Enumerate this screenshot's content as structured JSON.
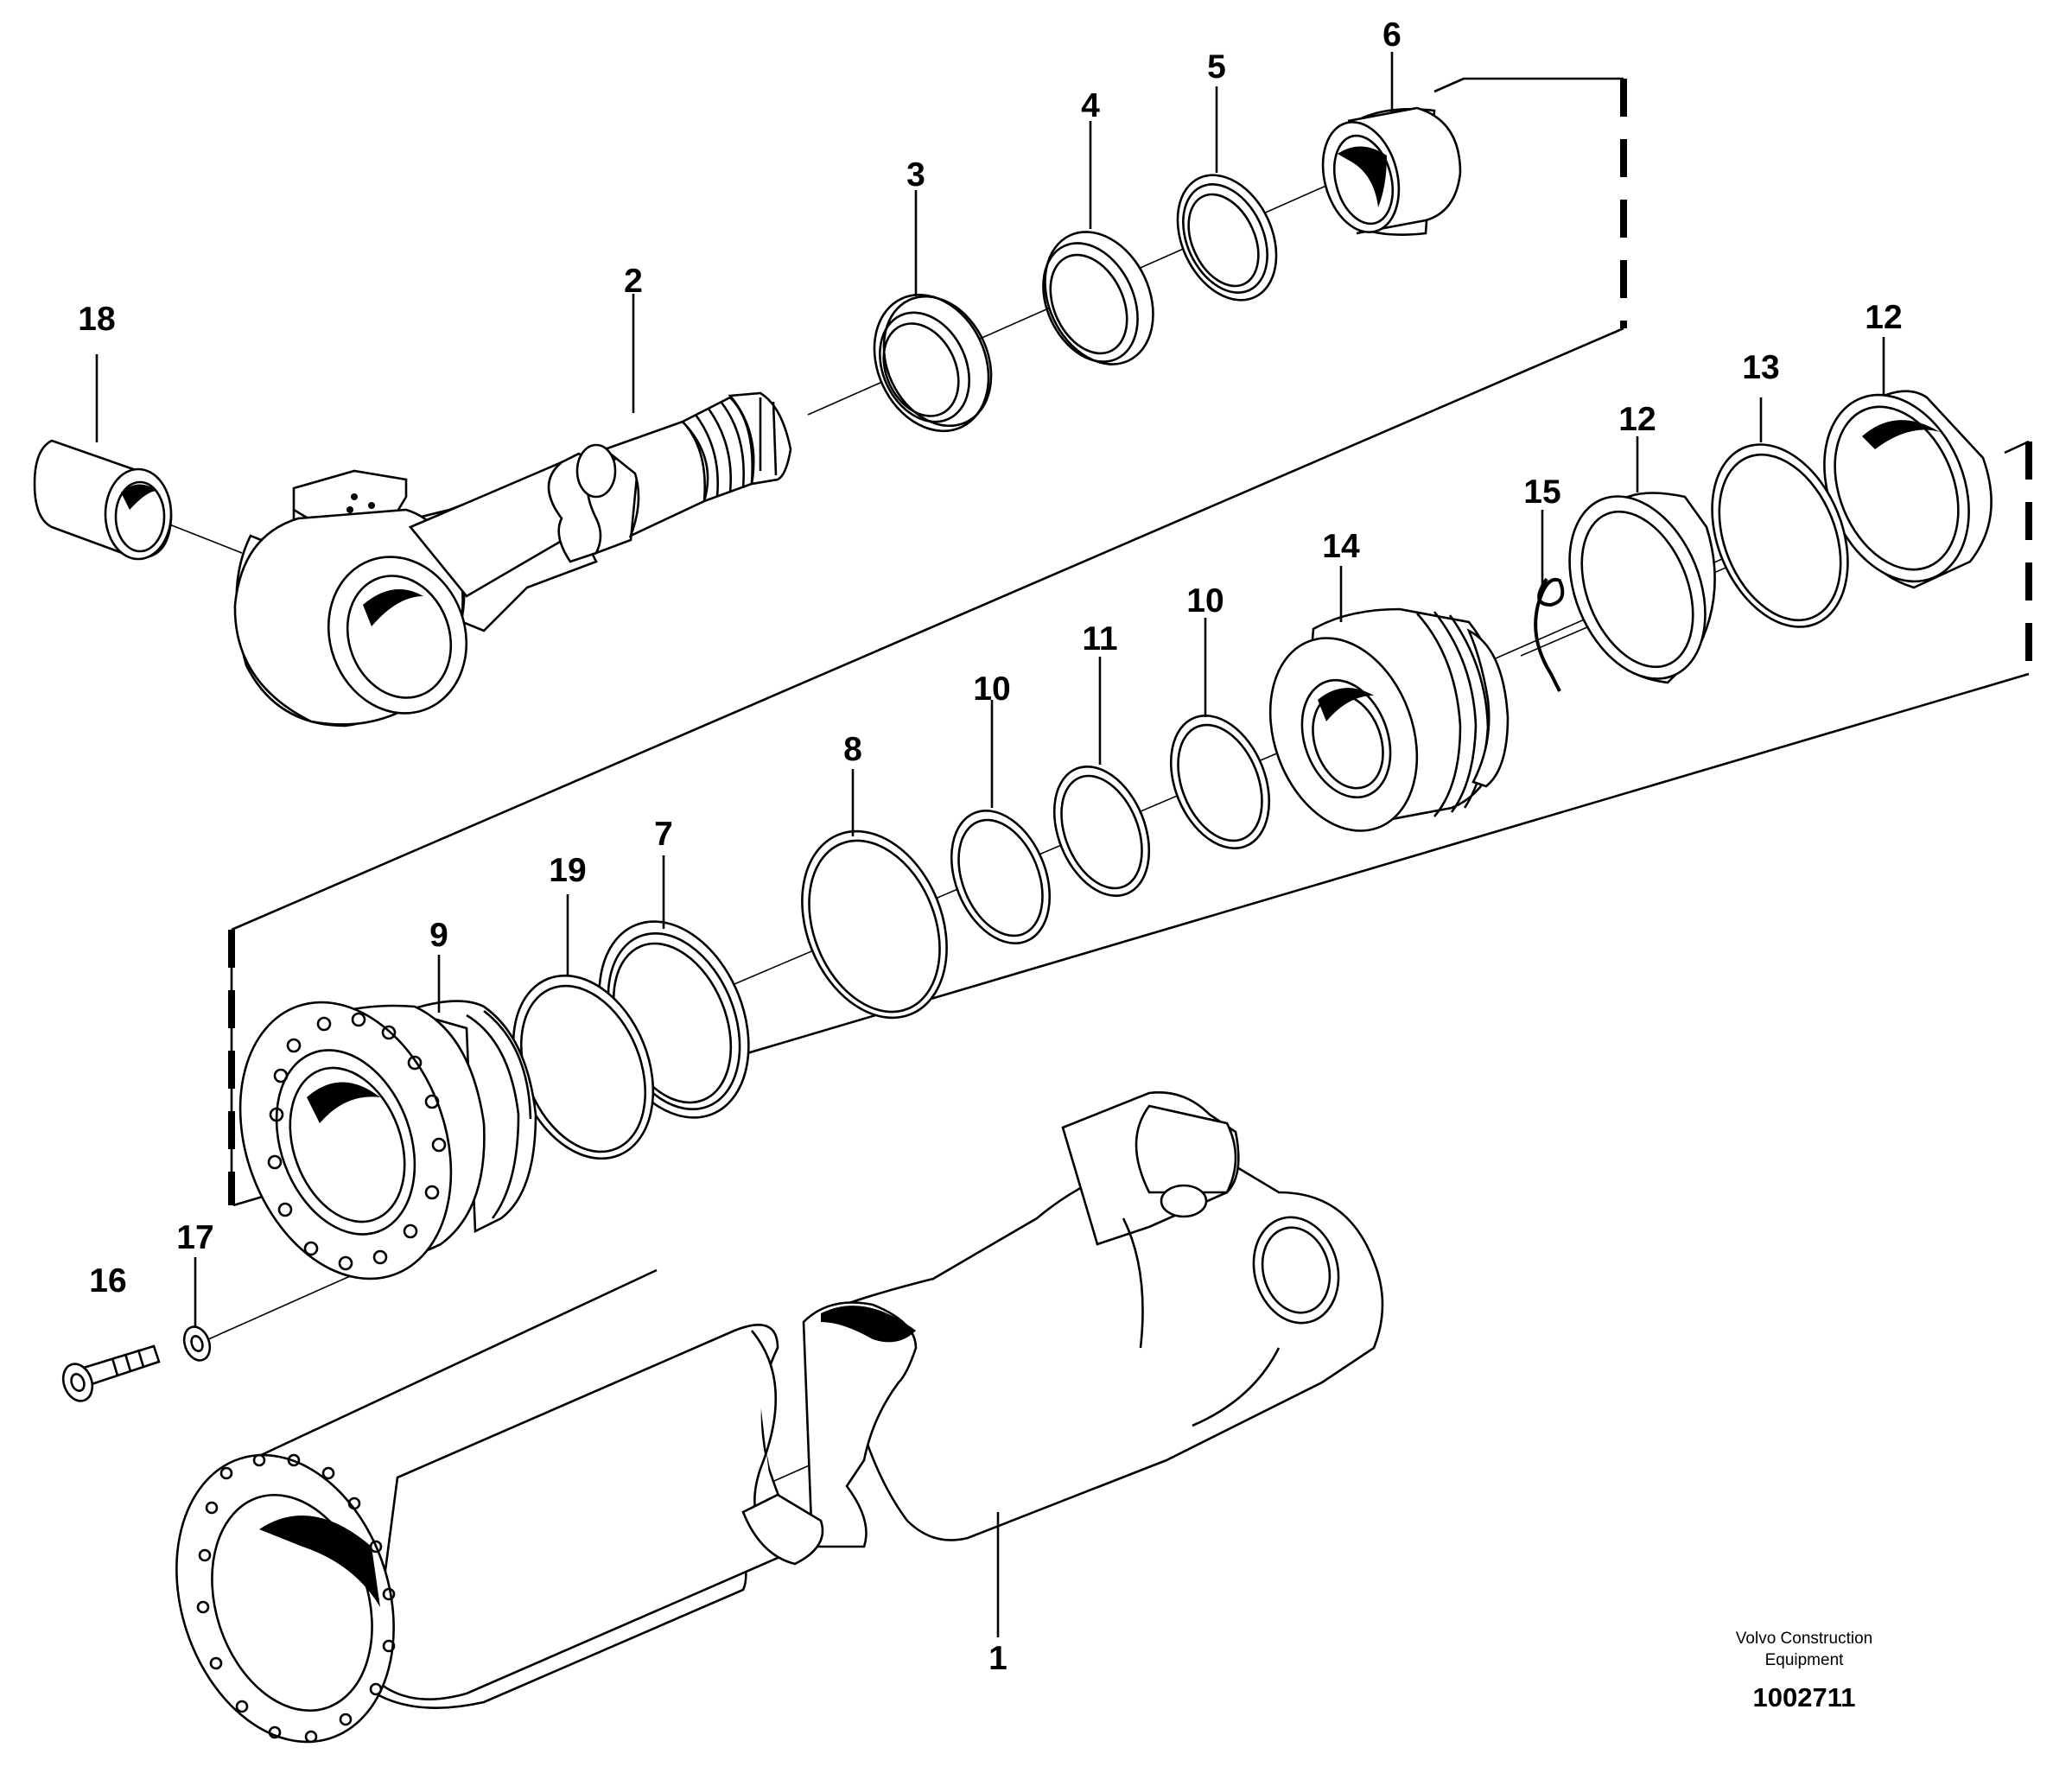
{
  "parts": [
    {
      "id": "part-1",
      "label": "1"
    },
    {
      "id": "part-2",
      "label": "2"
    },
    {
      "id": "part-3",
      "label": "3"
    },
    {
      "id": "part-4",
      "label": "4"
    },
    {
      "id": "part-5",
      "label": "5"
    },
    {
      "id": "part-6",
      "label": "6"
    },
    {
      "id": "part-7",
      "label": "7"
    },
    {
      "id": "part-8",
      "label": "8"
    },
    {
      "id": "part-9",
      "label": "9"
    },
    {
      "id": "part-10a",
      "label": "10"
    },
    {
      "id": "part-10b",
      "label": "10"
    },
    {
      "id": "part-11",
      "label": "11"
    },
    {
      "id": "part-12a",
      "label": "12"
    },
    {
      "id": "part-12b",
      "label": "12"
    },
    {
      "id": "part-13",
      "label": "13"
    },
    {
      "id": "part-14",
      "label": "14"
    },
    {
      "id": "part-15",
      "label": "15"
    },
    {
      "id": "part-16",
      "label": "16"
    },
    {
      "id": "part-17",
      "label": "17"
    },
    {
      "id": "part-18",
      "label": "18"
    },
    {
      "id": "part-19",
      "label": "19"
    }
  ],
  "brand": {
    "line1": "Volvo Construction",
    "line2": "Equipment"
  },
  "drawing_number": "1002711"
}
